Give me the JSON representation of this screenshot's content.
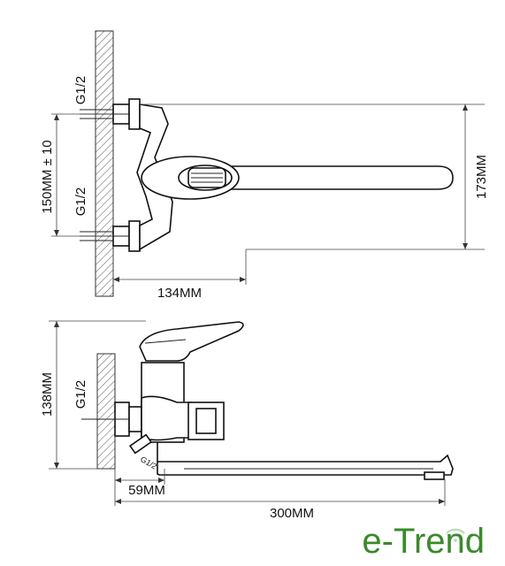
{
  "labels": {
    "thread_top": "G1/2",
    "thread_bottom": "G1/2",
    "spacing": "150MM ± 10",
    "height_top": "173MM",
    "depth": "134MM",
    "height_side": "138MM",
    "thread_side": "G1/2",
    "thread_small": "G1/2",
    "wall_offset": "59MM",
    "spout_length": "300MM"
  },
  "logo": {
    "text": "e-Trend",
    "color": "#3a8a2a"
  }
}
